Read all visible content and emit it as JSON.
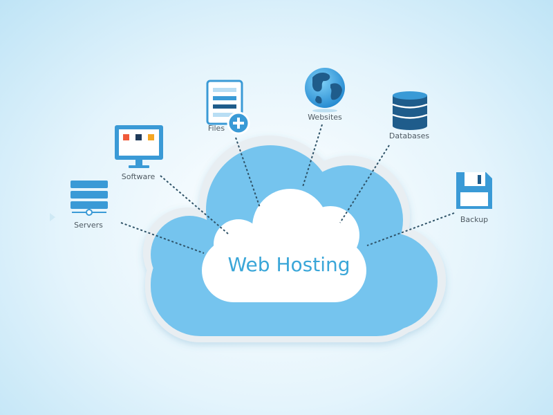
{
  "diagram": {
    "center": {
      "label": "Web Hosting"
    },
    "nodes": [
      {
        "id": "servers",
        "label": "Servers",
        "icon": "server-rack-icon"
      },
      {
        "id": "software",
        "label": "Software",
        "icon": "monitor-icon"
      },
      {
        "id": "files",
        "label": "Files",
        "icon": "document-add-icon"
      },
      {
        "id": "websites",
        "label": "Websites",
        "icon": "globe-icon"
      },
      {
        "id": "databases",
        "label": "Databases",
        "icon": "database-icon"
      },
      {
        "id": "backup",
        "label": "Backup",
        "icon": "floppy-disk-icon"
      }
    ]
  },
  "colors": {
    "cloud_outer": "#e8eef2",
    "cloud_main": "#75c4ee",
    "cloud_inner": "#ffffff",
    "center_text": "#3aa6d8",
    "icon_blue": "#3a9ad6",
    "icon_dark": "#1f5c8b",
    "connector": "#2e5267",
    "label_text": "#4e5961"
  }
}
